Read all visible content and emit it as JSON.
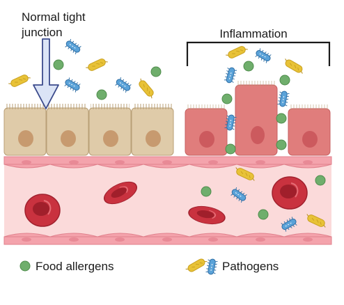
{
  "labels": {
    "normal_line1": "Normal tight",
    "normal_line2": "junction",
    "inflammation": "Inflammation"
  },
  "legend": {
    "food_allergens": "Food allergens",
    "pathogens": "Pathogens"
  },
  "colors": {
    "normal_cell": "#dfcba9",
    "normal_nucleus": "#c79a6f",
    "inflamed_cell": "#e07d7c",
    "inflamed_nucleus": "#cc5a5e",
    "vessel_fill": "#fbdada",
    "endothelium": "#f4a3ac",
    "red_blood_cell": "#c9323f",
    "allergen": "#6fae6c",
    "pathogen_yellow": "#e8c237",
    "pathogen_blue": "#5aa2d8",
    "arrow_fill": "#dbe4f6",
    "arrow_stroke": "#3b4a8c"
  }
}
